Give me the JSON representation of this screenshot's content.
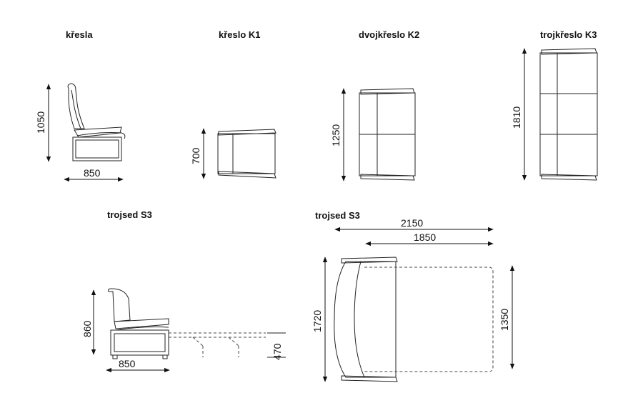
{
  "titles": {
    "kresla": "křesla",
    "k1": "křeslo K1",
    "k2": "dvojkřeslo K2",
    "k3": "trojkřeslo K3",
    "s3_side": "trojsed S3",
    "s3_top": "trojsed S3"
  },
  "dimensions": {
    "kresla_height": "1050",
    "kresla_width": "850",
    "k1_depth": "700",
    "k2_length": "1250",
    "k3_length": "1810",
    "s3_side_height": "860",
    "s3_side_width": "850",
    "s3_bed_height": "470",
    "s3_top_total": "2150",
    "s3_top_bed": "1850",
    "s3_top_length": "1720",
    "s3_top_bed_width": "1350"
  }
}
